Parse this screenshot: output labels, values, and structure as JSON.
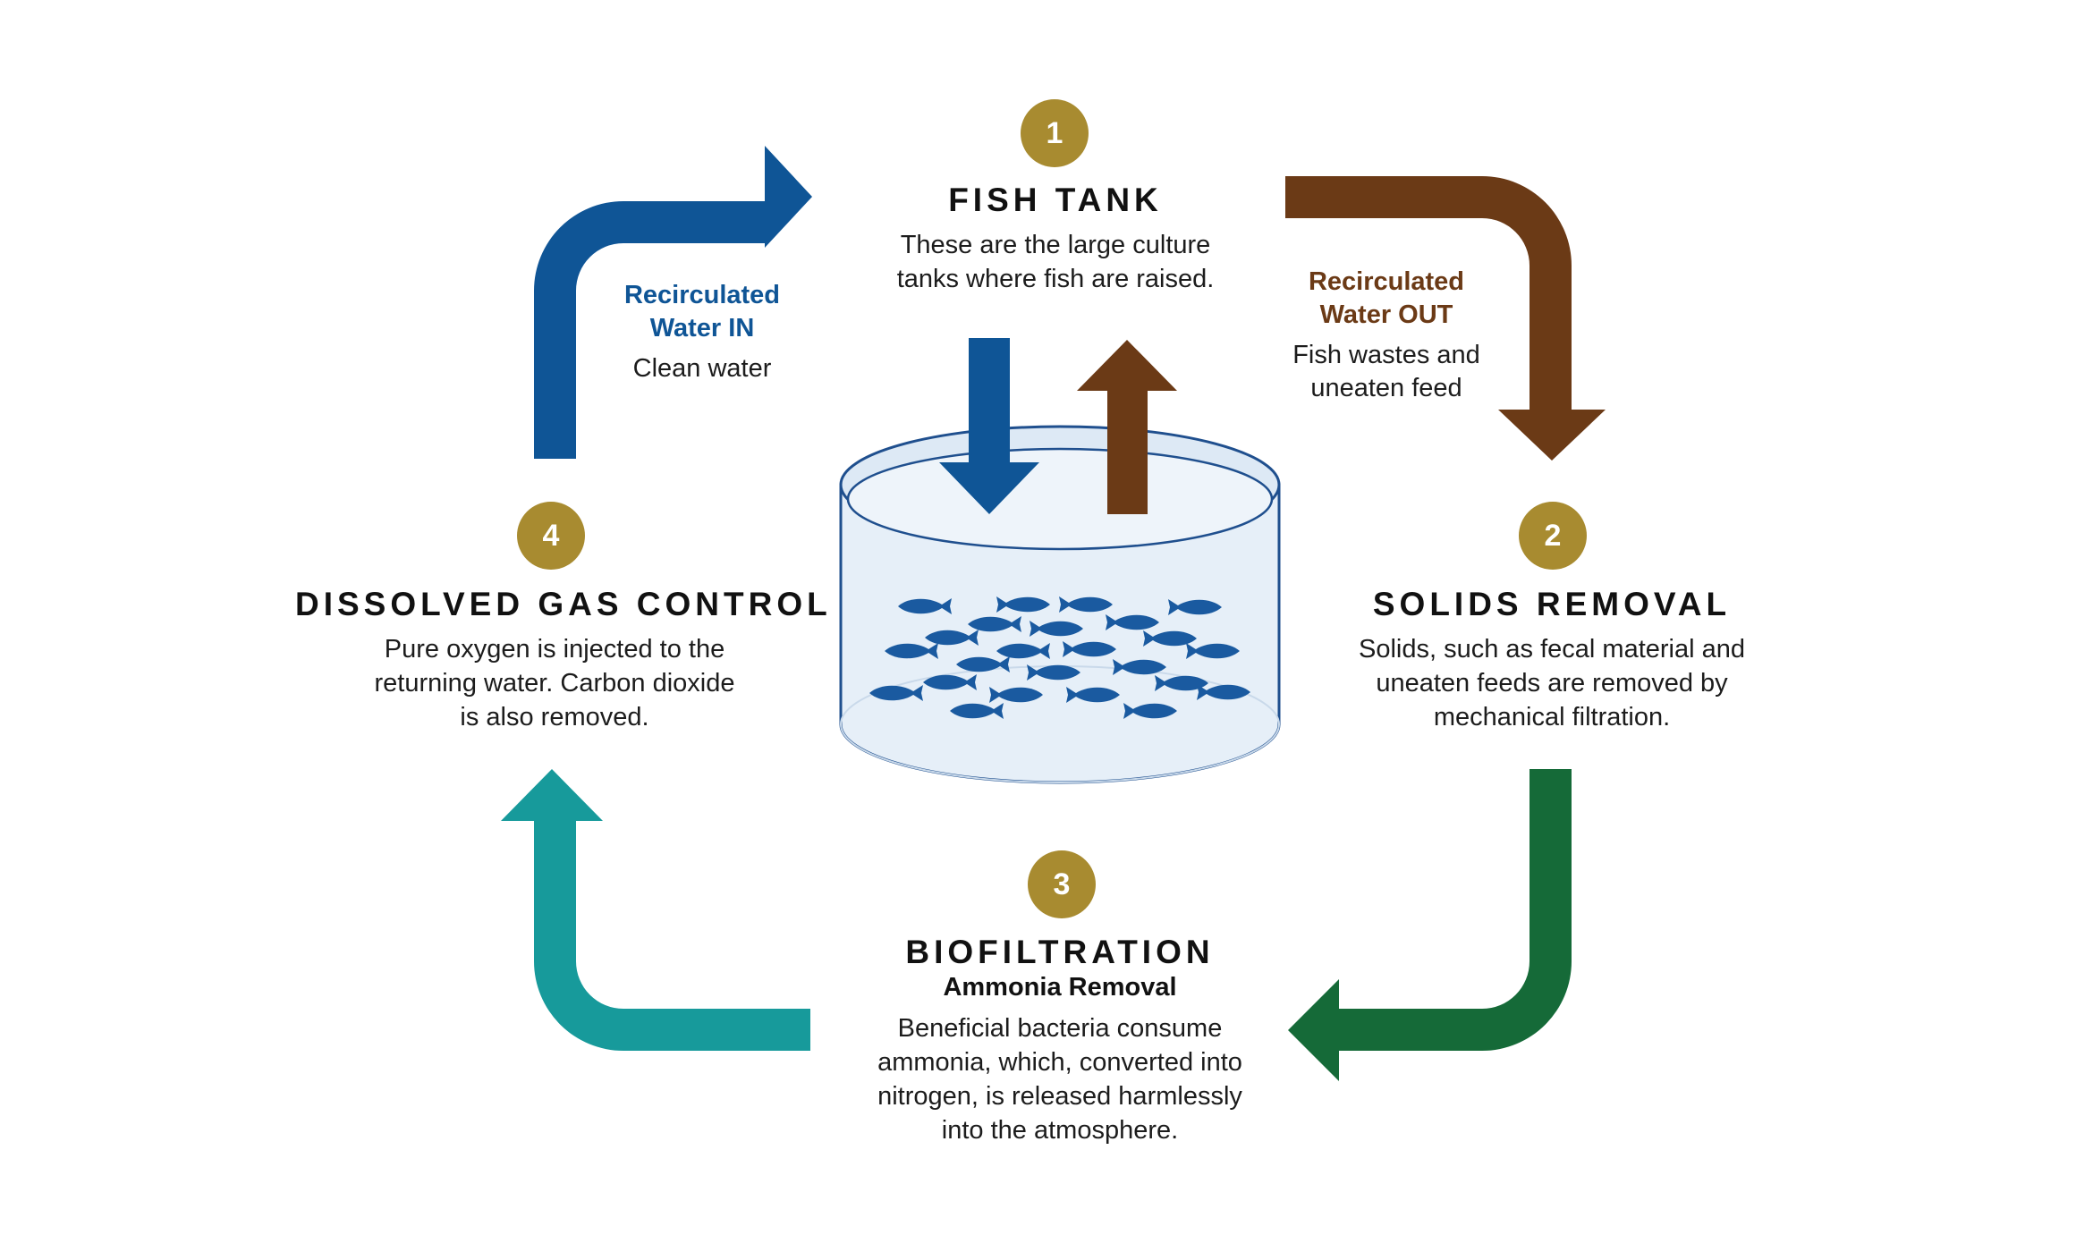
{
  "steps": {
    "fish_tank": {
      "number": "1",
      "title": "FISH TANK",
      "desc_lines": [
        "These are the large culture",
        "tanks where fish are raised."
      ]
    },
    "solids_removal": {
      "number": "2",
      "title": "SOLIDS REMOVAL",
      "desc_lines": [
        "Solids, such as fecal material and",
        "uneaten feeds are removed by",
        "mechanical filtration."
      ]
    },
    "biofiltration": {
      "number": "3",
      "title": "BIOFILTRATION",
      "subtitle": "Ammonia Removal",
      "desc_lines": [
        "Beneficial bacteria consume",
        "ammonia, which, converted into",
        "nitrogen, is released harmlessly",
        "into the atmosphere."
      ]
    },
    "dissolved_gas": {
      "number": "4",
      "title": "DISSOLVED GAS CONTROL",
      "desc_lines": [
        "Pure oxygen is injected to the",
        "returning water. Carbon dioxide",
        "is also removed."
      ]
    }
  },
  "flows": {
    "water_in": {
      "label_lines": [
        "Recirculated",
        "Water IN"
      ],
      "note": "Clean water",
      "color": "#0f5596"
    },
    "water_out": {
      "label_lines": [
        "Recirculated",
        "Water OUT"
      ],
      "note_lines": [
        "Fish wastes and",
        "uneaten feed"
      ],
      "color": "#6b3a16"
    }
  },
  "colors": {
    "blue": "#0f5596",
    "brown": "#6b3a16",
    "green": "#156a38",
    "teal": "#179a9b",
    "gold": "#a88b30",
    "tank_fill": "#e6eff8",
    "tank_stroke": "#1f4f8e",
    "fish": "#1a5aa0"
  }
}
